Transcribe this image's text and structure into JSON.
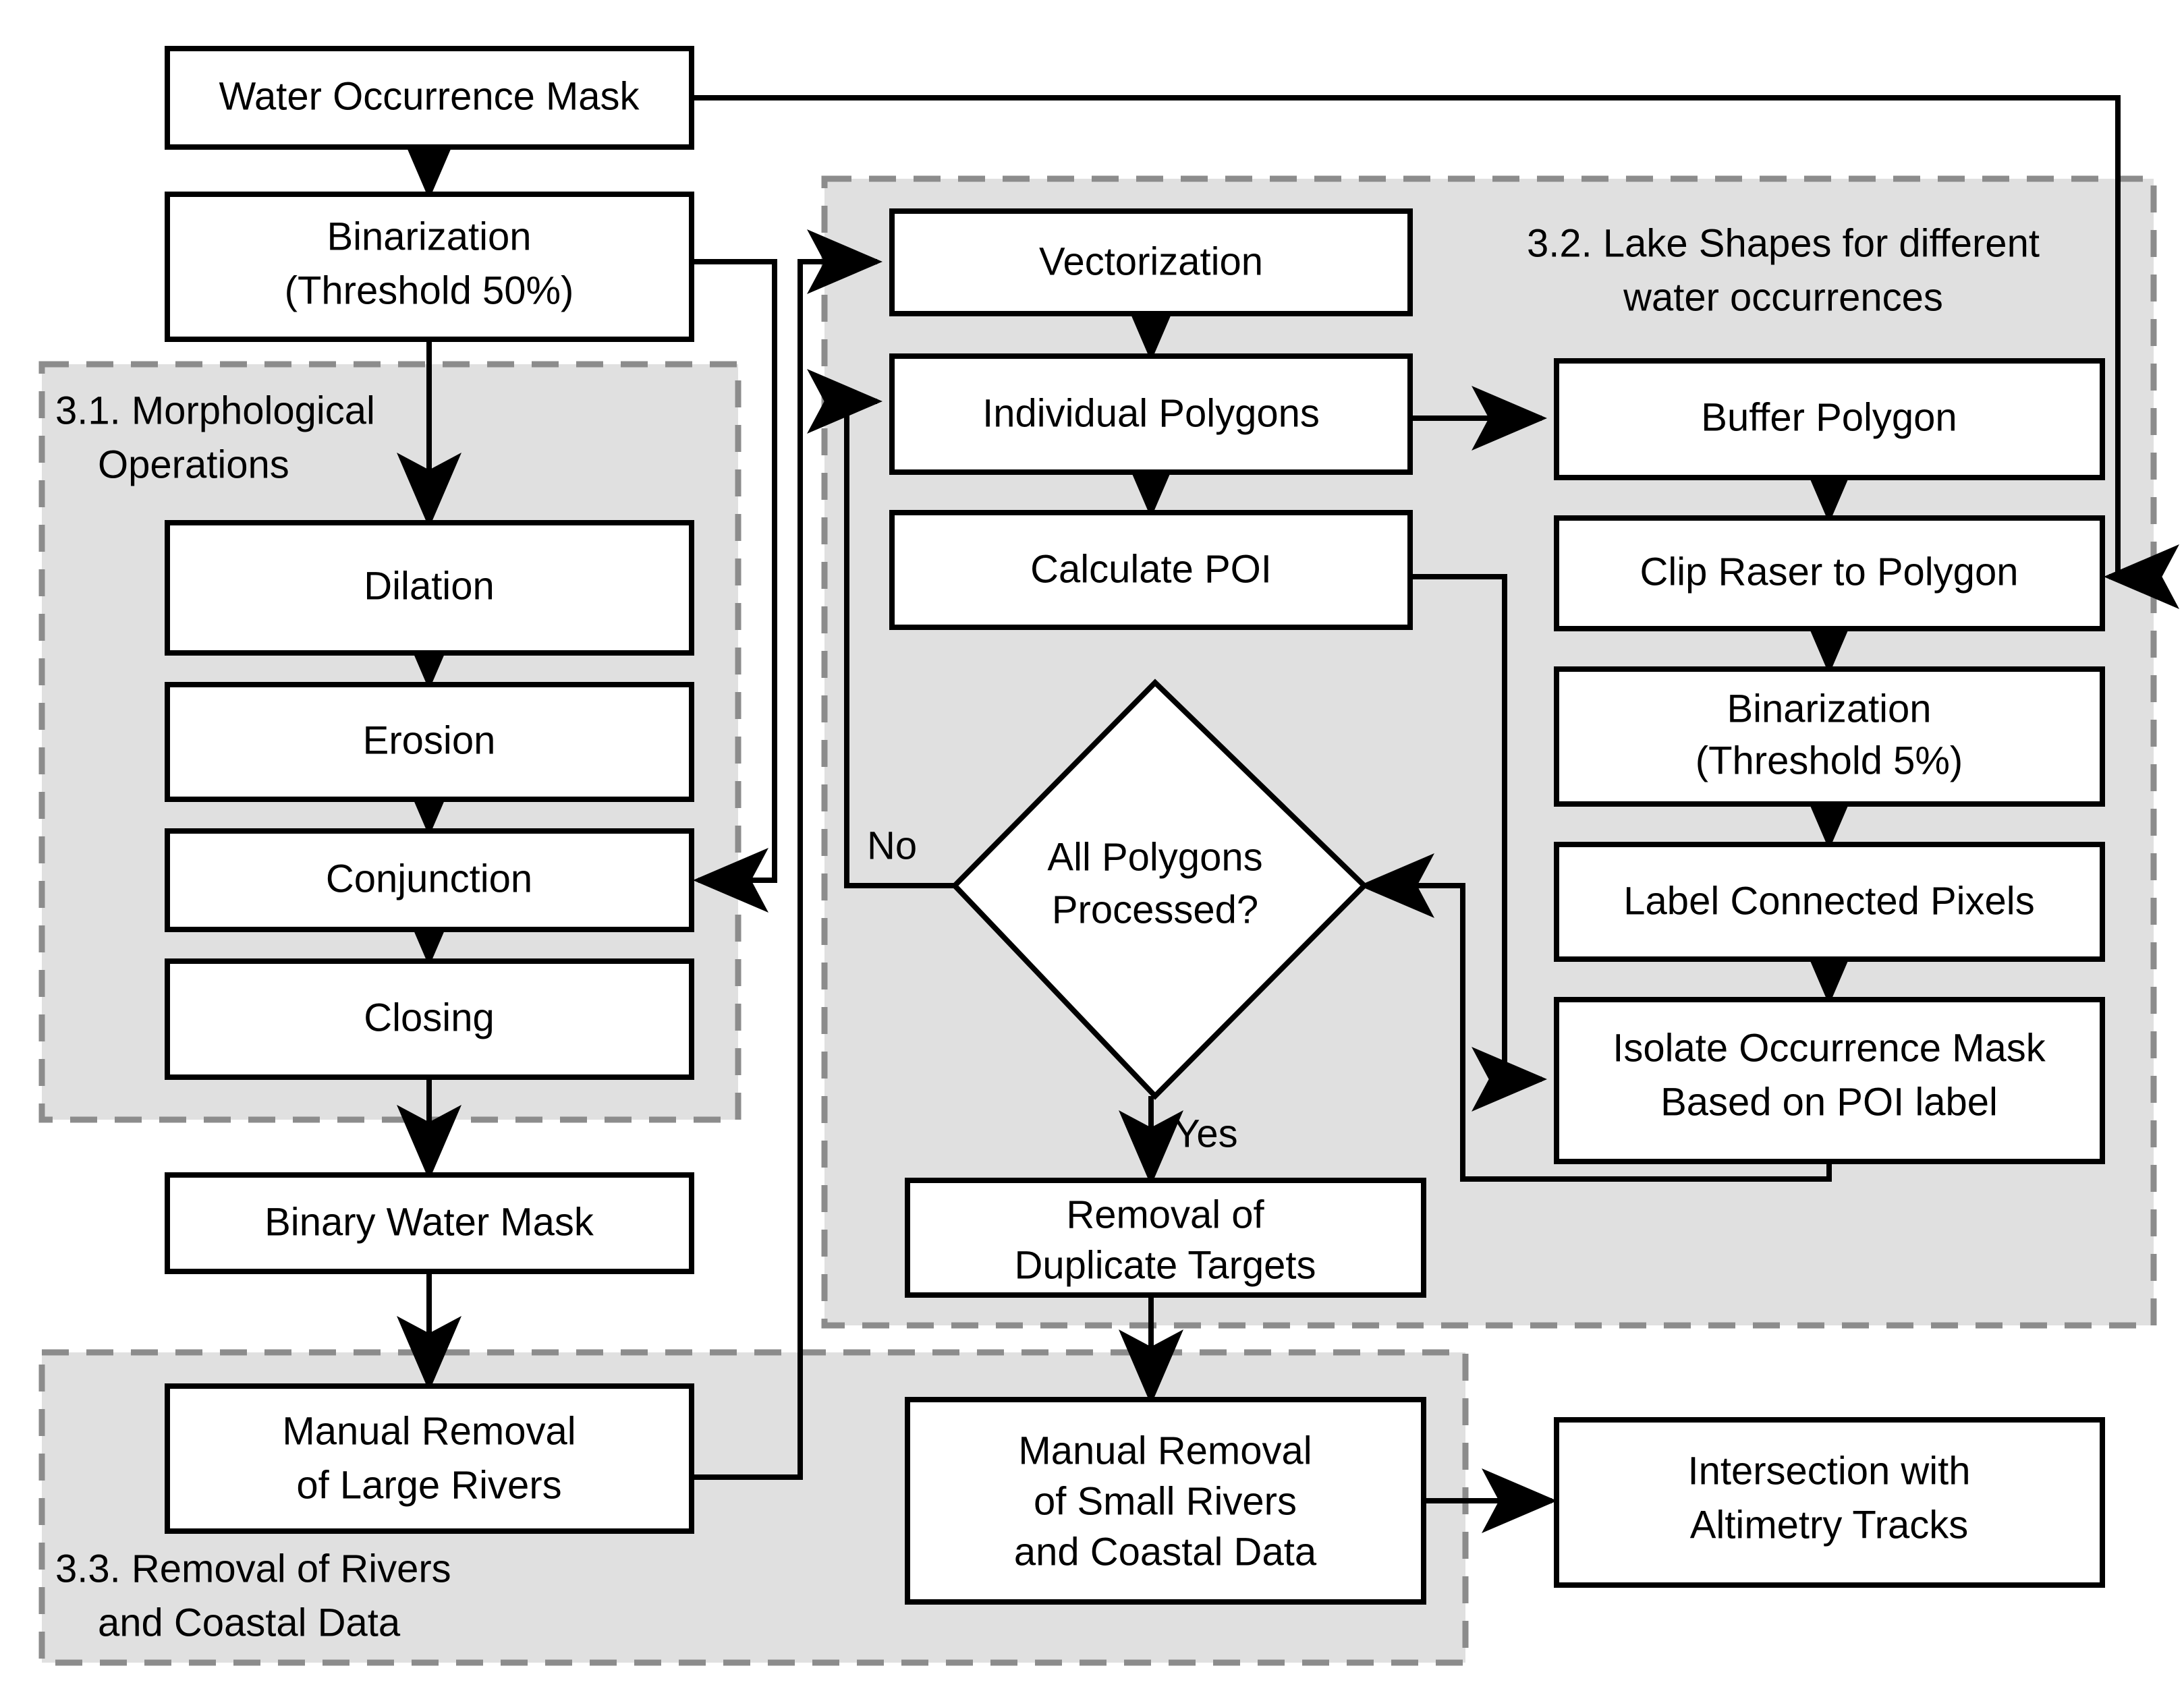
{
  "diagram": {
    "title": "Water mask processing and lake shape extraction flowchart",
    "colors": {
      "panel_fill": "#e0e0e0",
      "panel_border": "#8c8c8c",
      "node_fill": "#ffffff",
      "stroke": "#000000",
      "background": "#ffffff"
    }
  },
  "panels": {
    "morphological": {
      "id": "3.1",
      "title_line1": "3.1. Morphological",
      "title_line2": "Operations"
    },
    "lake_shapes": {
      "id": "3.2",
      "title_line1": "3.2. Lake Shapes for different",
      "title_line2": "water occurrences"
    },
    "removal": {
      "id": "3.3",
      "title_line1": "3.3. Removal of Rivers",
      "title_line2": "and Coastal Data"
    }
  },
  "nodes": {
    "water_occurrence_mask": {
      "label": "Water Occurrence Mask",
      "shape": "rect"
    },
    "binarization_50": {
      "line1": "Binarization",
      "line2": "(Threshold 50%)",
      "shape": "rect"
    },
    "dilation": {
      "label": "Dilation",
      "shape": "rect"
    },
    "erosion": {
      "label": "Erosion",
      "shape": "rect"
    },
    "conjunction": {
      "label": "Conjunction",
      "shape": "rect"
    },
    "closing": {
      "label": "Closing",
      "shape": "rect"
    },
    "binary_water_mask": {
      "label": "Binary Water Mask",
      "shape": "rect"
    },
    "manual_removal_large_rivers": {
      "line1": "Manual Removal",
      "line2": "of Large Rivers",
      "shape": "rect"
    },
    "vectorization": {
      "label": "Vectorization",
      "shape": "rect"
    },
    "individual_polygons": {
      "label": "Individual Polygons",
      "shape": "rect"
    },
    "calculate_poi": {
      "label": "Calculate POI",
      "shape": "rect"
    },
    "all_polygons_processed": {
      "line1": "All Polygons",
      "line2": "Processed?",
      "shape": "diamond"
    },
    "removal_duplicate_targets": {
      "line1": "Removal of",
      "line2": "Duplicate Targets",
      "shape": "rect"
    },
    "manual_removal_small_rivers": {
      "line1": "Manual Removal",
      "line2": "of Small Rivers",
      "line3": "and Coastal Data",
      "shape": "rect"
    },
    "buffer_polygon": {
      "label": "Buffer Polygon",
      "shape": "rect"
    },
    "clip_raser_to_polygon": {
      "label": "Clip Raser to Polygon",
      "shape": "rect"
    },
    "binarization_5": {
      "line1": "Binarization",
      "line2": "(Threshold 5%)",
      "shape": "rect"
    },
    "label_connected_pixels": {
      "label": "Label Connected Pixels",
      "shape": "rect"
    },
    "isolate_occurrence_mask": {
      "line1": "Isolate Occurrence Mask",
      "line2": "Based on POI label",
      "shape": "rect"
    },
    "intersection_altimetry": {
      "line1": "Intersection with",
      "line2": "Altimetry Tracks",
      "shape": "rect"
    }
  },
  "edge_labels": {
    "no": "No",
    "yes": "Yes"
  }
}
